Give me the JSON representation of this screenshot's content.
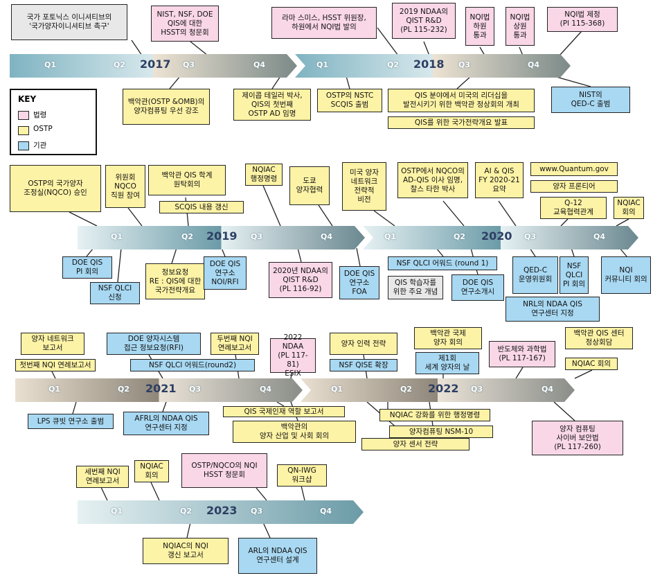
{
  "colors": {
    "law": "#f9d7e7",
    "ostp": "#fdf3a6",
    "agency": "#a8d8f2",
    "other": "#e8e8e8"
  },
  "key": {
    "title": "KEY",
    "law": "법령",
    "ostp": "OSTP",
    "agency": "기관"
  },
  "quarters": [
    "Q1",
    "Q2",
    "Q3",
    "Q4"
  ],
  "years": {
    "y2017": "2017",
    "y2018": "2018",
    "y2019": "2019",
    "y2020": "2020",
    "y2021": "2021",
    "y2022": "2022",
    "y2023": "2023"
  },
  "events": {
    "e2017a": "국가 포토닉스 이니셔티브의\n'국가양자이니셔티브 촉구'",
    "e2017b": "NIST, NSF, DOE\nQIS에 대한\nHSST의 청문회",
    "e2017c": "백악관(OSTP &OMB)의\n양자컴퓨팅 우선 강조",
    "e2017d": "제이콥 테일러 박사,\nQIS의 첫번째\nOSTP AD 임명",
    "e2018a": "라마 스미스, HSST 위원장,\n하원에서 NQI법 발의",
    "e2018b": "2019 NDAA의\nQIST R&D\n(PL 115-232)",
    "e2018c": "NQI법\n하원\n통과",
    "e2018d": "NQI법\n상원\n통과",
    "e2018e": "NQI법 제정\n(Pl 115-368)",
    "e2018f": "OSTP의 NSTC\nSCQIS 출범",
    "e2018g": "QIS 분야에서 미국의 리더십을\n발전시키기 위한 백악관 정상회의 개최",
    "e2018h": "QIS를 위한 국가전략개요 발표",
    "e2018i": "NIST의\nQED-C 출범",
    "e2019a": "OSTP의 국가양자\n조정실(NQCO) 승인",
    "e2019b": "위원회\nNQCO\n직원 참여",
    "e2019c": "백악관 QIS 학계\n원탁회의",
    "e2019d": "SCQIS 내용 갱신",
    "e2019e": "NQIAC\n행정명령",
    "e2019f": "도쿄\n양자협력",
    "e2019g": "DOE QIS\nPI 회의",
    "e2019h": "NSF QLCI\n신청",
    "e2019i": "정보요청\nRE : QIS에 대한\n국가전략개요",
    "e2019j": "DOE QIS\n연구소\nNOI/RFI",
    "e2019k": "2020년 NDAA의\nQIST R&D\n(PL 116-92)",
    "e2020a": "미국 양자\n네트워크\n전략적\n비전",
    "e2020b": "OSTP에서 NQCO의\nAD-QIS 이사 임명,\n찰스 타한 박사",
    "e2020c": "AI & QIS\nFY 2020-21\n요약",
    "e2020d": "www.Quantum.gov",
    "e2020e": "양자 프론티어",
    "e2020f": "Q-12\n교육협력관계",
    "e2020g": "NQIAC\n회의",
    "e2020h": "DOE QIS\n연구소\nFOA",
    "e2020i": "NSF QLCI 어워드 (round 1)",
    "e2020j": "QIS 학습자를\n위한 주요 개념",
    "e2020k": "DOE QIS\n연구소개시",
    "e2020l": "QED-C\n운영위원회",
    "e2020m": "NSF\nQLCI\nPI 회의",
    "e2020n": "NQI\n커뮤니티 회의",
    "e2020o": "NRL의 NDAA QIS\n연구센터 지정",
    "e2021a": "양자 네트워크\n보고서",
    "e2021b": "첫번째 NQI 연례보고서",
    "e2021c": "DOE 양자시스템\n접근 정보요청(RFI)",
    "e2021d": "두번째 NQI\n연례보고서",
    "e2021e": "NSF QLCI 어워드(round2)",
    "e2021f": "2022 NDAA\n(PL 117-81)\nESIX",
    "e2021g": "LPS 큐빗 연구소 출범",
    "e2021h": "AFRL의 NDAA QIS\n연구센터 지정",
    "e2021i": "QIS 국제인재 역할 보고서",
    "e2021j": "백악관의\n양자 산업 및 사회 회의",
    "e2022a": "양자 인력 전략",
    "e2022b": "NSF QISE 확장",
    "e2022c": "백악관 국제\n양자 회의",
    "e2022d": "제1회\n세계 양자의 날",
    "e2022e": "반도체와 과학법\n(PL 117-167)",
    "e2022f": "백악관 QIS 센터\n정상회담",
    "e2022g": "NQIAC 회의",
    "e2022h": "NQIAC 강화를 위한 행정명령",
    "e2022i": "양자컴퓨팅 NSM-10",
    "e2022j": "양자 센서 전략",
    "e2022k": "양자 컴퓨팅\n사이버 보안법\n(PL 117-260)",
    "e2023a": "세번째 NQI\n연례보고서",
    "e2023b": "NQIAC\n회의",
    "e2023c": "OSTP/NQCO의 NQI\nHSST 청문회",
    "e2023d": "QN-IWG\n워크샵",
    "e2023e": "NQIAC의 NQI\n갱신 보고서",
    "e2023f": "ARL의 NDAA QIS\n연구센터 설계"
  }
}
